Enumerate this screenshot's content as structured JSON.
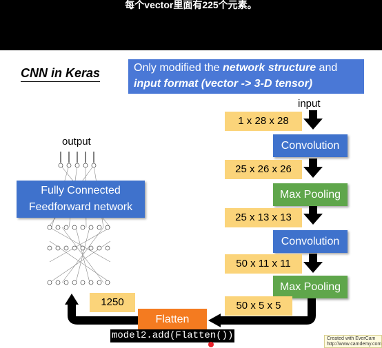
{
  "subtitle": "每个vector里面有225个元素。",
  "slide": {
    "title": "CNN in Keras",
    "note": {
      "line1_plain": "Only modified the ",
      "line1_em": "network structure",
      "line1_end": " and",
      "line2_em": "input format (vector -> 3-D tensor)"
    },
    "input_label": "input",
    "output_label": "output",
    "dims": [
      "1 x 28 x 28",
      "25 x 26 x 26",
      "25 x 13 x 13",
      "50 x 11 x 11",
      "50 x 5 x 5",
      "1250"
    ],
    "layers": [
      "Convolution",
      "Max Pooling",
      "Convolution",
      "Max Pooling"
    ],
    "fc_line1": "Fully Connected",
    "fc_line2": "Feedforward network",
    "flatten": "Flatten",
    "code": "model2.add(Flatten())",
    "watermark_line1": "Created with EverCam",
    "watermark_line2": "http://www.camdemy.com"
  },
  "colors": {
    "note_bg": "#4a78d6",
    "conv": "#3f72cc",
    "pool": "#5fa64b",
    "dim_bg": "#fbd47a",
    "flatten": "#f47b20"
  }
}
